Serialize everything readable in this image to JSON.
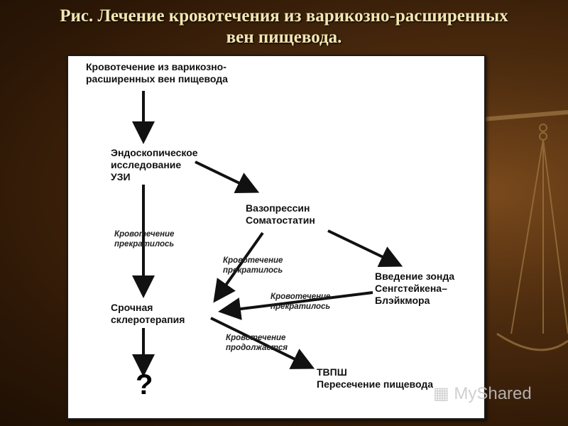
{
  "title": {
    "line1": "Рис. Лечение кровотечения из варикозно-расширенных",
    "line2": "вен пищевода."
  },
  "nodes": {
    "bleeding": [
      "Кровотечение из варикозно-",
      "расширенных вен пищевода"
    ],
    "endoscopy": [
      "Эндоскопическое",
      "исследование",
      "УЗИ"
    ],
    "vasopressin": [
      "Вазопрессин",
      "Соматостатин"
    ],
    "probe": [
      "Введение зонда",
      "Сенгстейкена–",
      "Блэйкмора"
    ],
    "sclerotherapy": [
      "Срочная",
      "склеротерапия"
    ],
    "tips": [
      "ТВПШ",
      "Пересечение пищевода"
    ],
    "question": "?"
  },
  "labels": {
    "stopped_left": [
      "Кровотечение",
      "прекратилось"
    ],
    "stopped_mid": [
      "Кровотечение",
      "прекратилось"
    ],
    "stopped_right": [
      "Кровотечение",
      "прекратилось"
    ],
    "continues": [
      "Кровотечение",
      "продолжается"
    ]
  },
  "watermark": "MyShared",
  "colors": {
    "title": "#f2e7b3",
    "arrows": "#111111",
    "panel": "#ffffff"
  }
}
